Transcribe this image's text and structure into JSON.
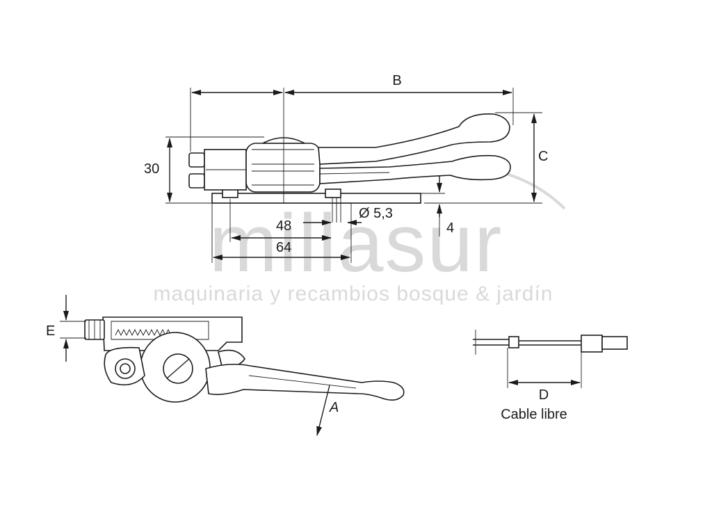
{
  "watermark": {
    "brand": "millasur",
    "tagline": "maquinaria y recambios bosque & jardín",
    "color": "#d9d9d9"
  },
  "dimensions": {
    "b": "B",
    "c": "C",
    "d": "D",
    "e": "E",
    "a": "A",
    "height_30": "30",
    "spacing_48": "48",
    "spacing_64": "64",
    "hole_diameter": "Ø 5,3",
    "offset_4": "4"
  },
  "labels": {
    "cable": "Cable libre"
  },
  "colors": {
    "line": "#1a1a1a",
    "background": "#ffffff"
  }
}
